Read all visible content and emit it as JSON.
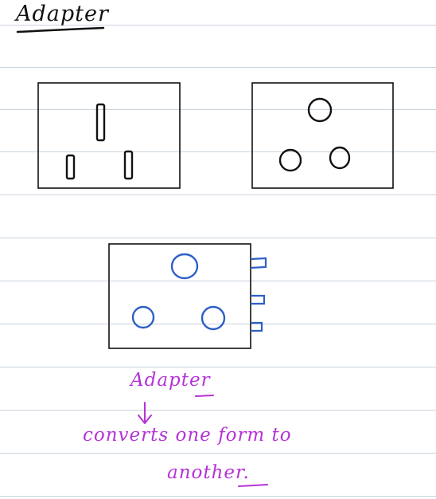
{
  "notes": {
    "title": "Adapter",
    "label": "Adapter",
    "line1": "converts one form to",
    "line2": "another."
  },
  "colors": {
    "ink": "#111111",
    "blue": "#2e5fc7",
    "purple": "#b532d6",
    "rule": "#c9d3dd"
  },
  "icons": {
    "arrow": "down-arrow-icon"
  }
}
